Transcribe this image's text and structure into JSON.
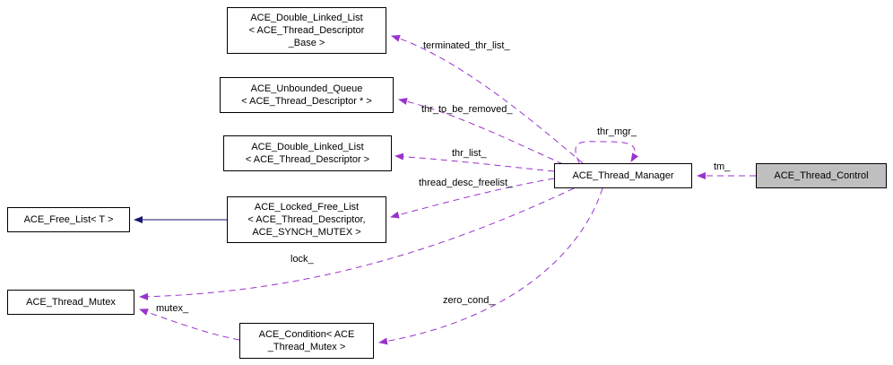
{
  "colors": {
    "member_edge": "#9a32cd",
    "inheritance_edge": "#191970",
    "node_border": "#000000",
    "node_background": "#ffffff",
    "highlighted_node_background": "#bfbfbf",
    "page_background": "#ffffff"
  },
  "nodes": {
    "dll_base": {
      "lines": [
        "ACE_Double_Linked_List",
        "< ACE_Thread_Descriptor",
        "_Base >"
      ]
    },
    "unbounded_queue": {
      "lines": [
        "ACE_Unbounded_Queue",
        "< ACE_Thread_Descriptor * >"
      ]
    },
    "dll": {
      "lines": [
        "ACE_Double_Linked_List",
        "< ACE_Thread_Descriptor >"
      ]
    },
    "locked_free_list": {
      "lines": [
        "ACE_Locked_Free_List",
        "< ACE_Thread_Descriptor,",
        "ACE_SYNCH_MUTEX >"
      ]
    },
    "free_list": {
      "lines": [
        "ACE_Free_List< T >"
      ]
    },
    "thread_mutex": {
      "lines": [
        "ACE_Thread_Mutex"
      ]
    },
    "condition": {
      "lines": [
        "ACE_Condition< ACE",
        "_Thread_Mutex >"
      ]
    },
    "thread_manager": {
      "lines": [
        "ACE_Thread_Manager"
      ]
    },
    "thread_control": {
      "lines": [
        "ACE_Thread_Control"
      ],
      "highlighted": true
    }
  },
  "edges": {
    "terminated_thr_list": {
      "label": "terminated_thr_list_",
      "from": "thread_manager",
      "to": "dll_base",
      "style": "dashed"
    },
    "thr_to_be_removed": {
      "label": "thr_to_be_removed_",
      "from": "thread_manager",
      "to": "unbounded_queue",
      "style": "dashed"
    },
    "thr_list": {
      "label": "thr_list_",
      "from": "thread_manager",
      "to": "dll",
      "style": "dashed"
    },
    "thread_desc_freelist": {
      "label": "thread_desc_freelist_",
      "from": "thread_manager",
      "to": "locked_free_list",
      "style": "dashed"
    },
    "thr_mgr": {
      "label": "thr_mgr_",
      "from": "thread_manager",
      "to": "thread_manager",
      "style": "dashed"
    },
    "tm": {
      "label": "tm_",
      "from": "thread_control",
      "to": "thread_manager",
      "style": "dashed"
    },
    "lock": {
      "label": "lock_",
      "from": "thread_manager",
      "to": "thread_mutex",
      "style": "dashed"
    },
    "zero_cond": {
      "label": "zero_cond_",
      "from": "thread_manager",
      "to": "condition",
      "style": "dashed"
    },
    "mutex": {
      "label": "mutex_",
      "from": "condition",
      "to": "thread_mutex",
      "style": "dashed"
    },
    "inheritance": {
      "label": "",
      "from": "locked_free_list",
      "to": "free_list",
      "style": "solid"
    }
  }
}
